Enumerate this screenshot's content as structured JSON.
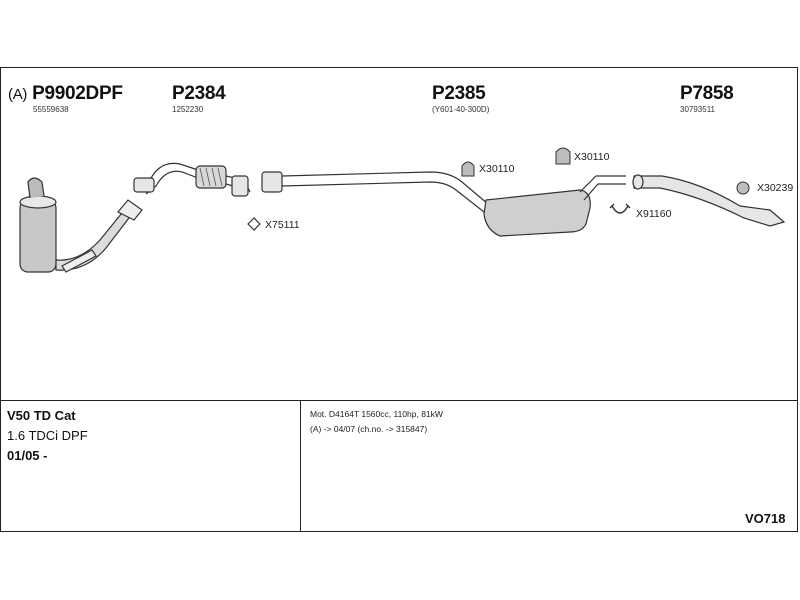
{
  "parts": {
    "p1": {
      "prefix": "(A)",
      "number": "P9902DPF",
      "ref": "55559638"
    },
    "p2": {
      "number": "P2384",
      "ref": "1252230"
    },
    "p3": {
      "number": "P2385",
      "ref": "(Y601-40-300D)"
    },
    "p4": {
      "number": "P7858",
      "ref": "30793511"
    }
  },
  "fittings": {
    "f1": "X75111",
    "f2": "X30110",
    "f3": "X30110",
    "f4": "X91160",
    "f5": "X30239"
  },
  "vehicle": {
    "model": "V50 TD Cat",
    "engine": "1.6 TDCi DPF",
    "date": "01/05 -"
  },
  "notes": {
    "line1": "Mot. D4164T 1560cc, 110hp, 81kW",
    "line2": "(A) -> 04/07 (ch.no. -> 315847)"
  },
  "code": "VO718"
}
